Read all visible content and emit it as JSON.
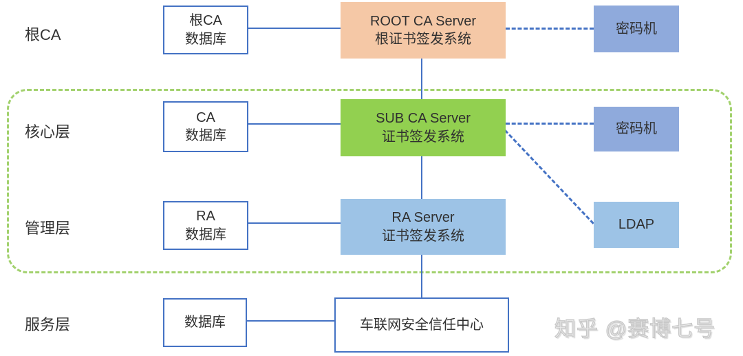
{
  "rows": [
    {
      "label": "根CA"
    },
    {
      "label": "核心层"
    },
    {
      "label": "管理层"
    },
    {
      "label": "服务层"
    }
  ],
  "nodes": {
    "root_db": {
      "line1": "根CA",
      "line2": "数据库"
    },
    "root_ca_server": {
      "line1": "ROOT CA Server",
      "line2": "根证书签发系统"
    },
    "hsm_top": {
      "label": "密码机"
    },
    "ca_db": {
      "line1": "CA",
      "line2": "数据库"
    },
    "sub_ca_server": {
      "line1": "SUB CA Server",
      "line2": "证书签发系统"
    },
    "hsm_core": {
      "label": "密码机"
    },
    "ra_db": {
      "line1": "RA",
      "line2": "数据库"
    },
    "ra_server": {
      "line1": "RA Server",
      "line2": "证书签发系统"
    },
    "ldap": {
      "label": "LDAP"
    },
    "service_db": {
      "label": "数据库"
    },
    "trust_center": {
      "label": "车联网安全信任中心"
    }
  },
  "watermark": {
    "text": "知乎 @赛博七号"
  },
  "colors": {
    "root_ca_bg": "#F5C8A6",
    "sub_ca_bg": "#92D050",
    "ra_server_bg": "#9DC3E6",
    "hsm_bg": "#8FAADC",
    "ldap_bg": "#9DC3E6",
    "db_box_border": "#4472C4",
    "connector": "#4472C4",
    "zone_dash": "#A2D16D",
    "text": "#333333",
    "watermark": "#D9D9D9"
  }
}
